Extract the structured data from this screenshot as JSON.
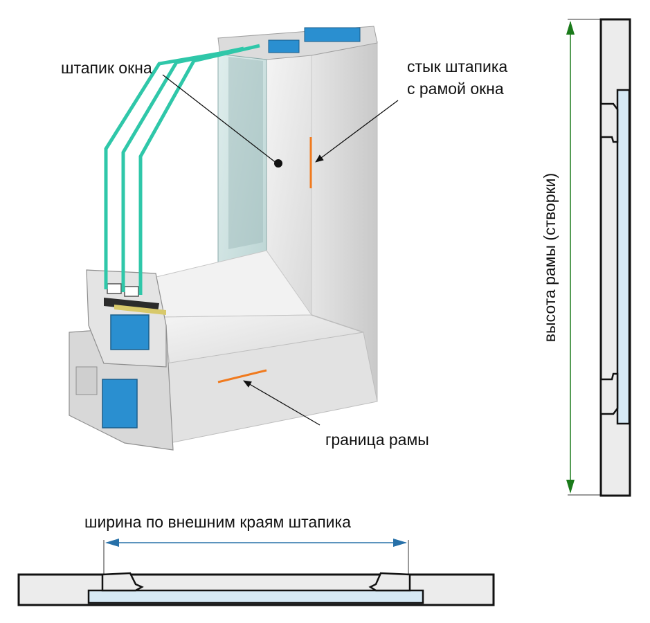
{
  "labels": {
    "glazing_bead": "штапик окна",
    "joint_line1": "стык штапика",
    "joint_line2": "с рамой окна",
    "frame_border": "граница рамы",
    "frame_height": "высота рамы (створки)",
    "bead_width": "ширина по внешним краям штапика"
  },
  "colors": {
    "glass_edge": "#2fc7a9",
    "frame_white": "#e9e9e9",
    "profile_blue": "#2a8fd0",
    "marker_orange": "#f07a1e",
    "height_arrow": "#1a7a1a",
    "width_arrow": "#2770a8",
    "section_glass": "#d6e9f5",
    "section_frame": "#ececec"
  }
}
